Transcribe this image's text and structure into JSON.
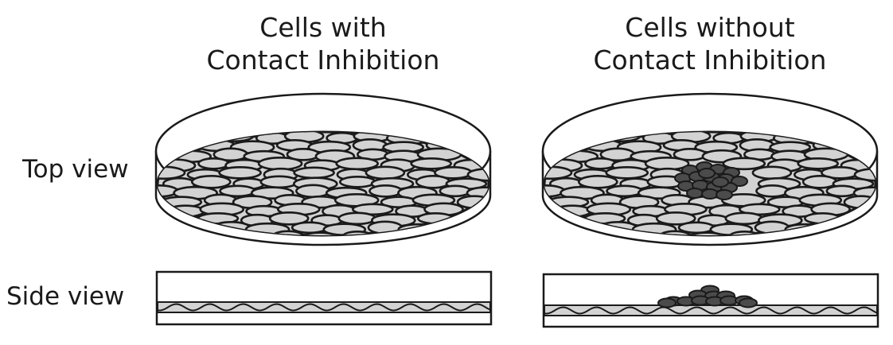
{
  "titles": {
    "left": {
      "line1": "Cells with",
      "line2": "Contact Inhibition"
    },
    "right": {
      "line1": "Cells without",
      "line2": "Contact Inhibition"
    }
  },
  "row_labels": {
    "top": "Top view",
    "side": "Side view"
  },
  "colors": {
    "cell_light": "#d3d3d3",
    "cell_dark": "#4b4b4b",
    "outline": "#1a1a1a",
    "background": "#ffffff"
  }
}
